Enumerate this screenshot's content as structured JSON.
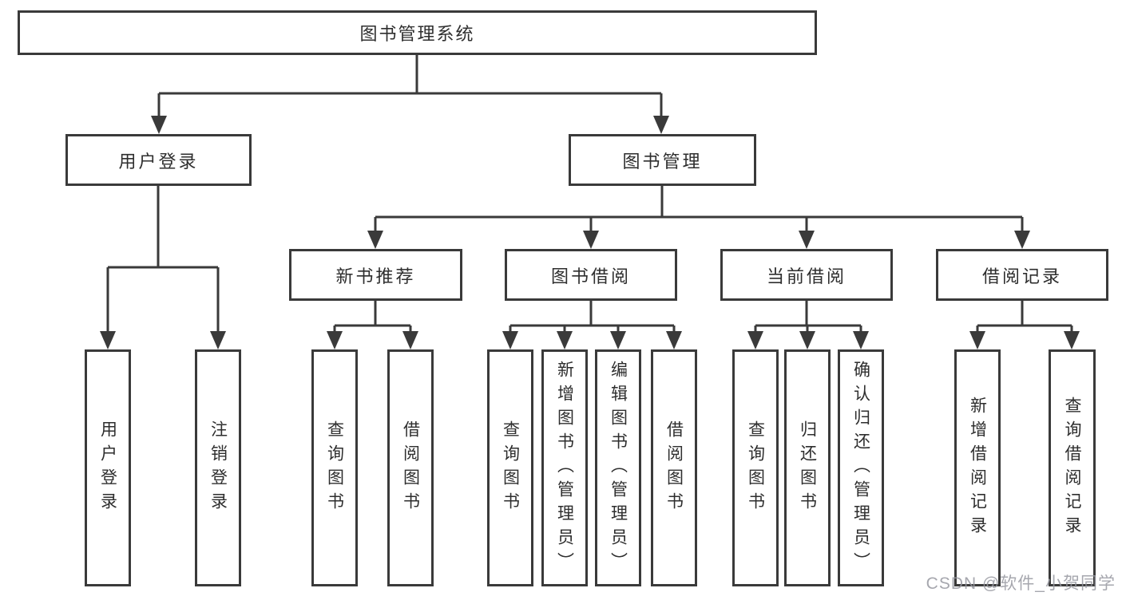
{
  "colors": {
    "line": "#3a3a3a",
    "text": "#2e2e2e",
    "background": "#ffffff",
    "watermark": "#9698a0"
  },
  "diagram": {
    "root": {
      "label": "图书管理系统",
      "children": [
        {
          "label": "用户登录",
          "children": [
            {
              "label": "用户登录"
            },
            {
              "label": "注销登录"
            }
          ]
        },
        {
          "label": "图书管理",
          "children": [
            {
              "label": "新书推荐",
              "children": [
                {
                  "label": "查询图书"
                },
                {
                  "label": "借阅图书"
                }
              ]
            },
            {
              "label": "图书借阅",
              "children": [
                {
                  "label": "查询图书"
                },
                {
                  "label": "新增图书（管理员）"
                },
                {
                  "label": "编辑图书（管理员）"
                },
                {
                  "label": "借阅图书"
                }
              ]
            },
            {
              "label": "当前借阅",
              "children": [
                {
                  "label": "查询图书"
                },
                {
                  "label": "归还图书"
                },
                {
                  "label": "确认归还（管理员）"
                }
              ]
            },
            {
              "label": "借阅记录",
              "children": [
                {
                  "label": "新增借阅记录"
                },
                {
                  "label": "查询借阅记录"
                }
              ]
            }
          ]
        }
      ]
    }
  },
  "watermark": {
    "text": "CSDN @软件_小贺同学"
  }
}
